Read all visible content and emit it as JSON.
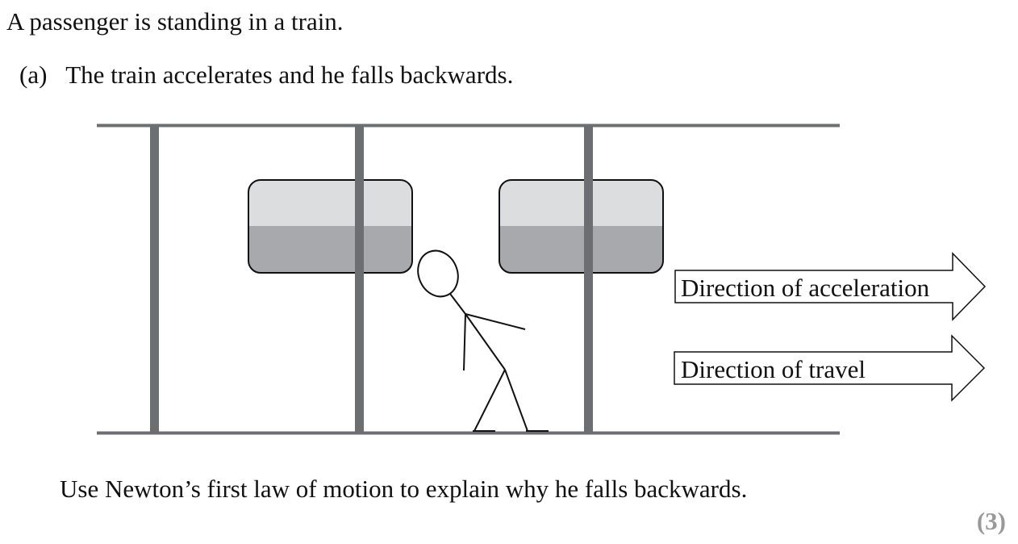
{
  "intro": "A passenger is standing in a train.",
  "part": {
    "label": "(a)",
    "text": "The train accelerates and he falls backwards."
  },
  "diagram": {
    "arrows": {
      "acceleration": "Direction of acceleration",
      "travel": "Direction of travel"
    },
    "colors": {
      "rail": "#6d6e71",
      "window_top": "#dcdddf",
      "window_bottom": "#a7a9ac"
    }
  },
  "instruction": "Use Newton’s first law of motion to explain why he falls backwards.",
  "marks": "(3)"
}
